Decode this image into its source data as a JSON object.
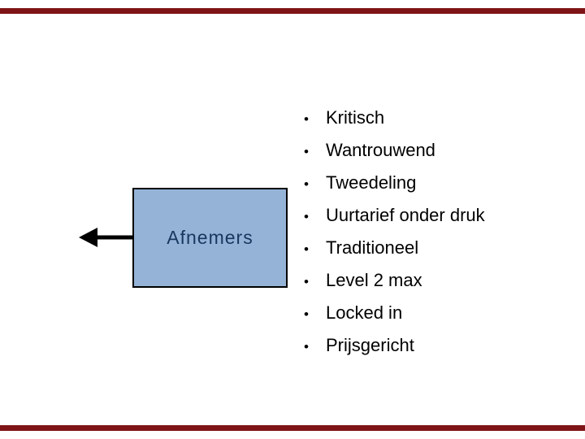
{
  "theme": {
    "background": "#FFFFFF",
    "bar_color": "#7E1416",
    "box_fill": "#95B3D7",
    "box_border": "#000000",
    "box_text_color": "#17375E",
    "arrow_color": "#000000",
    "bullet_text_color": "#000000"
  },
  "box": {
    "label": "Afnemers"
  },
  "arrow": {
    "direction": "left"
  },
  "bullets": {
    "marker": "•",
    "items": [
      "Kritisch",
      "Wantrouwend",
      "Tweedeling",
      "Uurtarief onder druk",
      "Traditioneel",
      "Level 2 max",
      "Locked in",
      "Prijsgericht"
    ]
  }
}
